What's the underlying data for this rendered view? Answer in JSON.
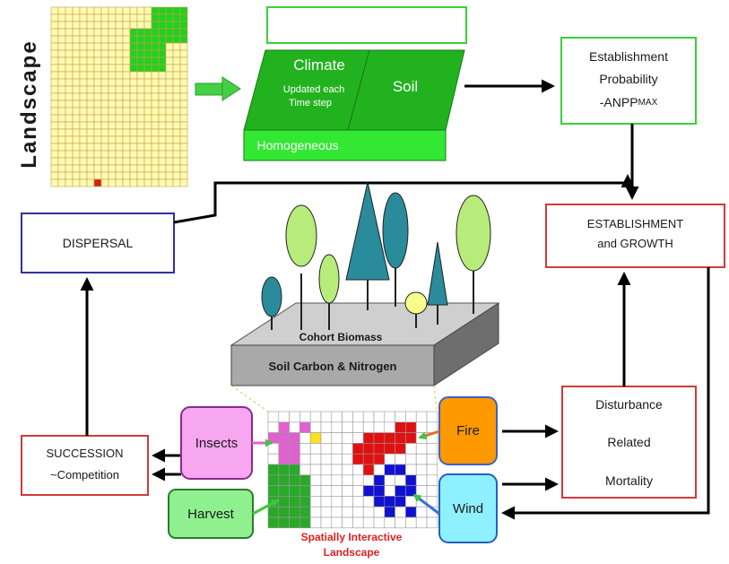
{
  "landscape_label": "Landscape",
  "ecoregions": {
    "title": "ECOREGIONS",
    "climate": "Climate",
    "climate_note_1": "Updated each",
    "climate_note_2": "Time step",
    "soil": "Soil",
    "homogeneous": "Homogeneous"
  },
  "establishment_probability": {
    "line1": "Establishment",
    "line2": "Probability",
    "line3": "-ANPP",
    "line3_sub": "MAX"
  },
  "establishment_growth": {
    "line1": "ESTABLISHMENT",
    "line2": "and GROWTH"
  },
  "dispersal": "DISPERSAL",
  "cohort_biomass": "Cohort Biomass",
  "soil_carbon": "Soil Carbon & Nitrogen",
  "succession": {
    "line1": "SUCCESSION",
    "line2": "~Competition"
  },
  "insects": "Insects",
  "harvest": "Harvest",
  "fire": "Fire",
  "wind": "Wind",
  "disturbance": {
    "line1": "Disturbance",
    "line2": "Related",
    "line3": "Mortality"
  },
  "spatial_label": {
    "line1": "Spatially Interactive",
    "line2": "Landscape"
  },
  "colors": {
    "green_dark": "#22b21f",
    "green_bright": "#33e833",
    "red_border": "#d23a3a",
    "yellow_grid": "#fffbb4",
    "insects": "#f7a6f0",
    "fire": "#ff9900",
    "wind": "#8ff0ff",
    "teal": "#2a8b9a",
    "light_green": "#b7ec7a"
  }
}
